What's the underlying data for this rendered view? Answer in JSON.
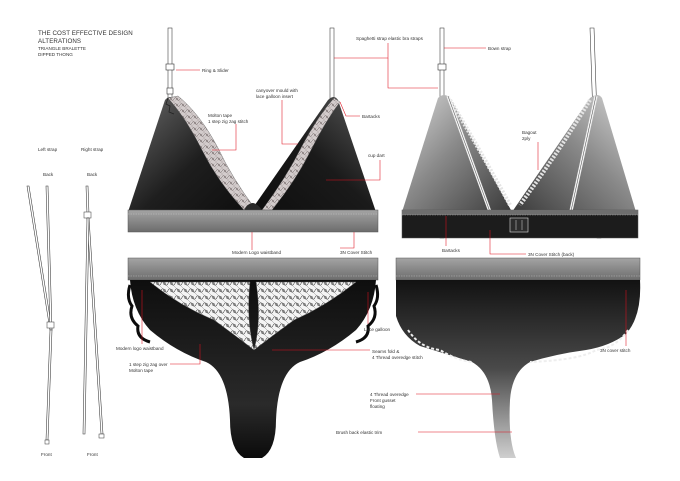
{
  "header": {
    "line1": "THE COST EFFECTIVE DESIGN",
    "line2": "ALTERATIONS",
    "line3": "TRIANGLE BRALETTE",
    "line4": "DIPPED THONG"
  },
  "straps": {
    "left_label": "Left strap",
    "right_label": "Right strap",
    "left_top": "Back",
    "right_top": "Back",
    "left_bottom": "Front",
    "right_bottom": "Front"
  },
  "callouts": {
    "ring_slider": "Ring & Slider",
    "molton_tape_1": "Molton tape",
    "molton_tape_2": "1 step zig zag stitch",
    "canyover_1": "canyover mould with",
    "canyover_2": "lace galloon insert",
    "bartacks_front": "Bartacks",
    "cup_dart": "cup dart",
    "spaghetti": "Spaghetti strap elastic bra straps",
    "bow_strap": "Bown strap",
    "bagout_1": "Bagout",
    "bagout_2": "2ply",
    "modern_logo_waistband_bra": "Modern Logo waistband",
    "cover_stitch_3n": "3N Cover Stitch",
    "bartacks_back": "Bartacks",
    "cover_stitch_back": "3N Cover Stitch (back)",
    "modern_logo_waistband_thong": "Modern logo waistband",
    "zigzag_1": "1 step zig zag over",
    "zigzag_2": "Molton tape",
    "lace_galloon": "Lace galloon",
    "seams_1": "Seams fold &",
    "seams_2": "4 Thread overedge stitch",
    "cover_stitch_thong": "3N cover stitch",
    "overedge_1": "4 Thread overedge",
    "overedge_2": "Front gusset",
    "overedge_3": "floating",
    "brush_back": "Brush back elastic trim"
  },
  "colors": {
    "accent": "#e0101e",
    "ink": "#333333",
    "garment_dark": "#1c1c1c",
    "band_grey": "#8a8a8a",
    "lace": "#c9c3c3"
  }
}
